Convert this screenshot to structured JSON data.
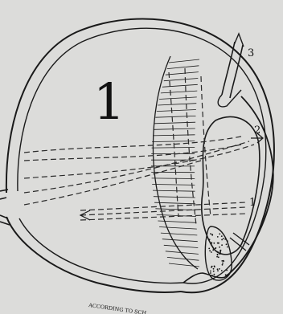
{
  "labels": {
    "big_number": "1",
    "arrow_3": "3",
    "arrow_2": "2",
    "arrow_1": "1"
  },
  "caption": "ACCORDING TO SCH...",
  "colors": {
    "paper": "#dcdcda",
    "ink": "#1a1a1a"
  }
}
